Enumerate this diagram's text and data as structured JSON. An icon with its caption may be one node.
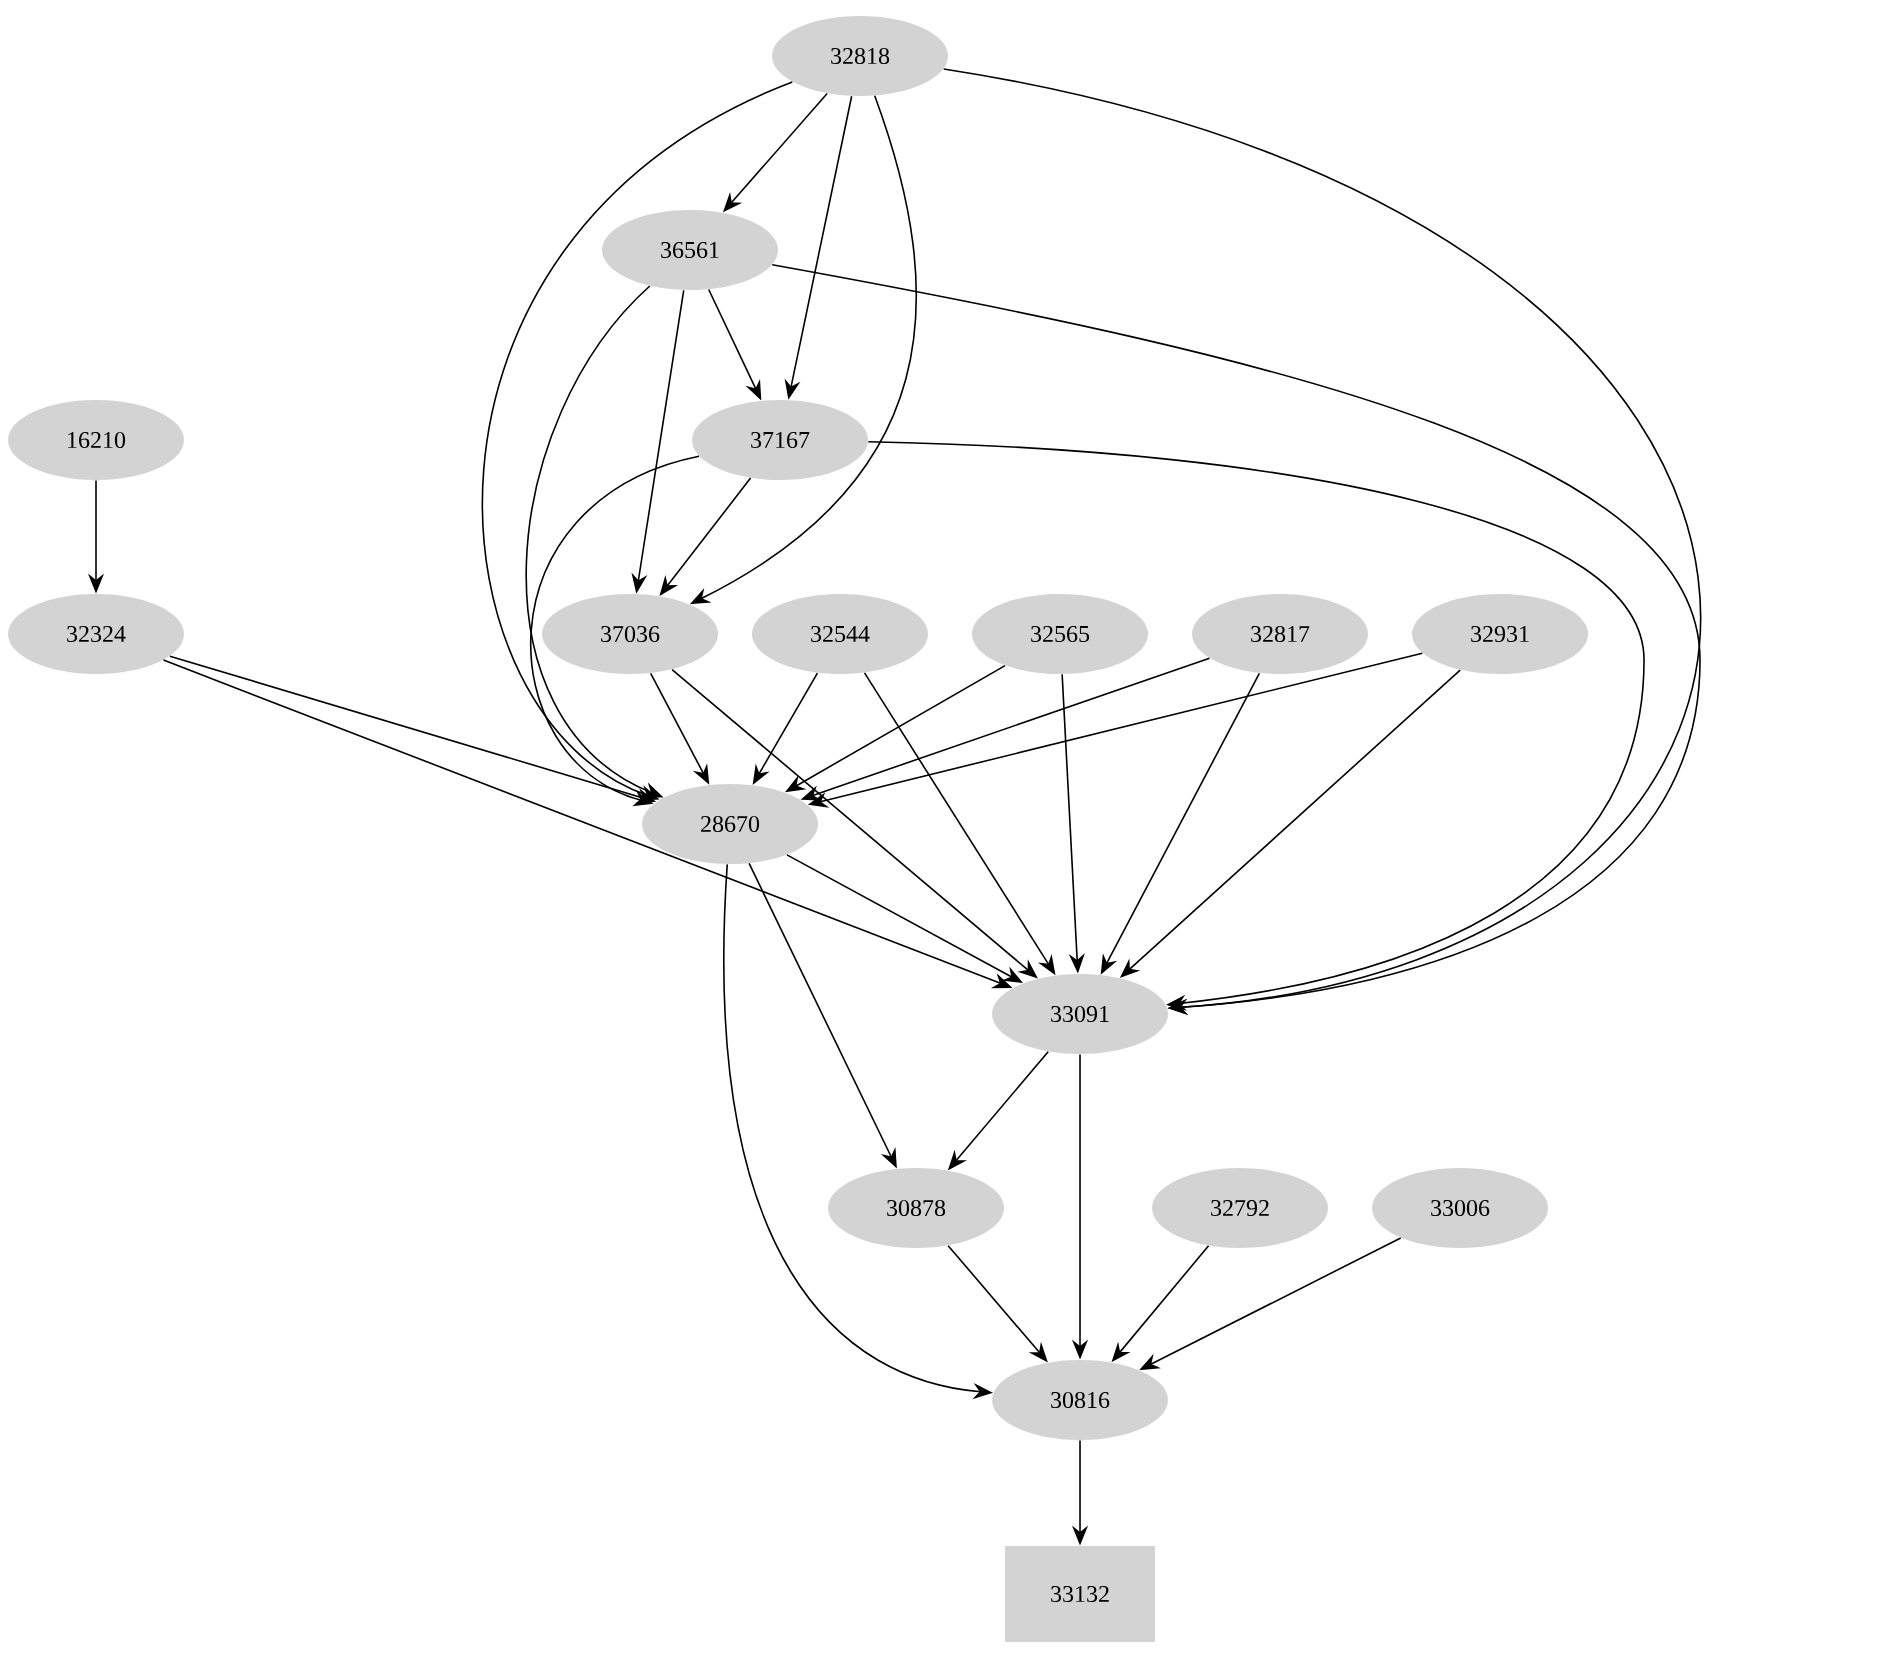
{
  "diagram": {
    "nodes": [
      {
        "text": [
          "32818"
        ]
      },
      {
        "text": [
          "36561"
        ]
      },
      {
        "text": [
          "16210"
        ]
      },
      {
        "text": [
          "37167"
        ]
      },
      {
        "text": [
          "32324"
        ]
      },
      {
        "text": [
          "37036"
        ]
      },
      {
        "text": [
          "32544"
        ]
      },
      {
        "text": [
          "32565"
        ]
      },
      {
        "text": [
          "32817"
        ]
      },
      {
        "text": [
          "32931"
        ]
      },
      {
        "text": [
          "28670"
        ]
      },
      {
        "text": [
          "33091"
        ]
      },
      {
        "text": [
          "30878"
        ]
      },
      {
        "text": [
          "32792"
        ]
      },
      {
        "text": [
          "33006"
        ]
      },
      {
        "text": [
          "30816"
        ]
      },
      {
        "text": [
          "33132"
        ]
      }
    ],
    "edges": [
      {
        "from": 0,
        "to": 1,
        "arrow": "to"
      },
      {
        "from": 0,
        "to": 3,
        "arrow": "to"
      },
      {
        "from": 0,
        "to": 5,
        "arrow": "to"
      },
      {
        "from": 0,
        "to": 10,
        "arrow": "to"
      },
      {
        "from": 0,
        "to": 11,
        "arrow": "to"
      },
      {
        "from": 1,
        "to": 3,
        "arrow": "to"
      },
      {
        "from": 1,
        "to": 5,
        "arrow": "to"
      },
      {
        "from": 1,
        "to": 10,
        "arrow": "to"
      },
      {
        "from": 1,
        "to": 11,
        "arrow": "to"
      },
      {
        "from": 2,
        "to": 4,
        "arrow": "to"
      },
      {
        "from": 3,
        "to": 5,
        "arrow": "to"
      },
      {
        "from": 3,
        "to": 10,
        "arrow": "to"
      },
      {
        "from": 3,
        "to": 11,
        "arrow": "to"
      },
      {
        "from": 4,
        "to": 10,
        "arrow": "to"
      },
      {
        "from": 4,
        "to": 11,
        "arrow": "to"
      },
      {
        "from": 5,
        "to": 10,
        "arrow": "to"
      },
      {
        "from": 5,
        "to": 11,
        "arrow": "to"
      },
      {
        "from": 6,
        "to": 10,
        "arrow": "to"
      },
      {
        "from": 6,
        "to": 11,
        "arrow": "to"
      },
      {
        "from": 7,
        "to": 10,
        "arrow": "to"
      },
      {
        "from": 7,
        "to": 11,
        "arrow": "to"
      },
      {
        "from": 8,
        "to": 10,
        "arrow": "to"
      },
      {
        "from": 8,
        "to": 11,
        "arrow": "to"
      },
      {
        "from": 9,
        "to": 10,
        "arrow": "to"
      },
      {
        "from": 9,
        "to": 11,
        "arrow": "to"
      },
      {
        "from": 10,
        "to": 11,
        "arrow": "to"
      },
      {
        "from": 10,
        "to": 12,
        "arrow": "to"
      },
      {
        "from": 10,
        "to": 15,
        "arrow": "to"
      },
      {
        "from": 11,
        "to": 12,
        "arrow": "to"
      },
      {
        "from": 11,
        "to": 15,
        "arrow": "to"
      },
      {
        "from": 12,
        "to": 15,
        "arrow": "to"
      },
      {
        "from": 13,
        "to": 15,
        "arrow": "to"
      },
      {
        "from": 14,
        "to": 15,
        "arrow": "to"
      },
      {
        "from": 15,
        "to": 16,
        "arrow": "to"
      }
    ]
  }
}
